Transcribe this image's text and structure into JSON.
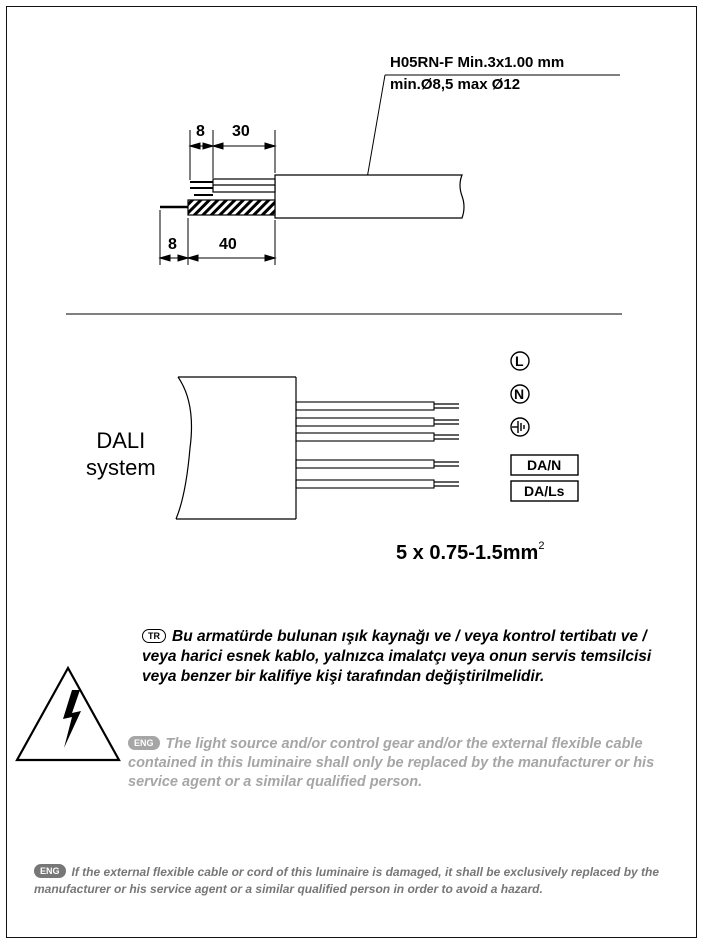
{
  "cable_spec": {
    "line1": "H05RN-F Min.3x1.00 mm",
    "line2": "min.Ø8,5 max Ø12"
  },
  "strip_dims": {
    "top_short": "8",
    "top_long": "30",
    "bottom_short": "8",
    "bottom_long": "40"
  },
  "system": {
    "line1": "DALI",
    "line2": "system"
  },
  "terminals": {
    "live": "L",
    "neutral": "N",
    "dali_n": "DA/N",
    "dali_ls": "DA/Ls"
  },
  "wire_section": {
    "text": "5 x 0.75-1.5mm",
    "superscript": "2"
  },
  "warning_tr": {
    "badge": "TR",
    "text": "Bu armatürde bulunan ışık kaynağı ve / veya kontrol tertibatı ve / veya harici esnek kablo, yalnızca imalatçı veya onun servis temsilcisi veya benzer bir kalifiye kişi tarafından değiştirilmelidir."
  },
  "warning_eng": {
    "badge": "ENG",
    "text": "The light source and/or control gear and/or the external flexible cable contained in this luminaire shall only be replaced by the manufacturer or his service agent or a similar qualified person."
  },
  "cable_note": {
    "badge": "ENG",
    "text": "If the external flexible cable or cord of this luminaire is damaged, it shall be exclusively replaced by the manufacturer or his service agent or a similar qualified person in order to avoid a hazard."
  },
  "icons": {
    "earth": "earth-ground-icon",
    "hazard": "electric-hazard-icon"
  }
}
